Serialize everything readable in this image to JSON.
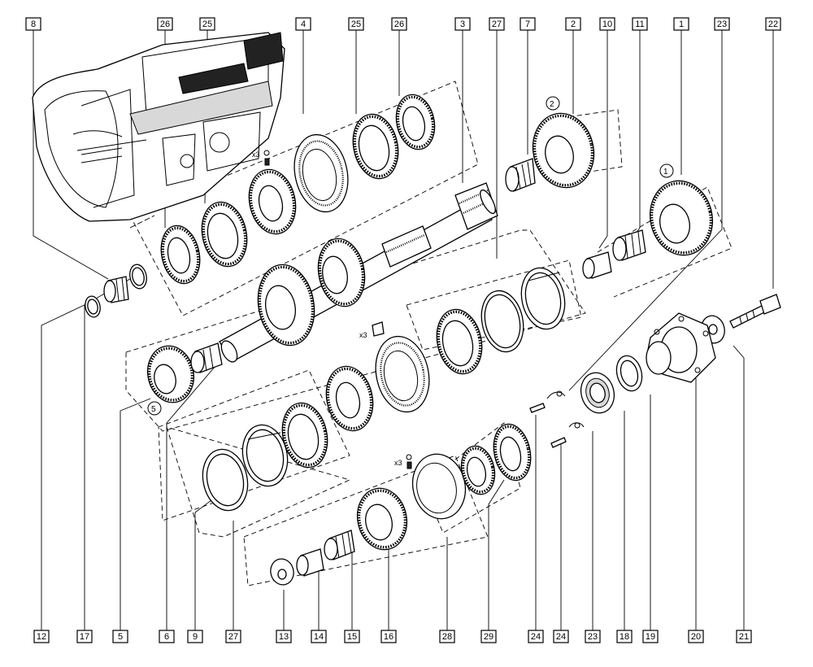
{
  "top_callouts": [
    "8",
    "26",
    "25",
    "4",
    "25",
    "26",
    "3",
    "27",
    "7",
    "2",
    "10",
    "11",
    "1",
    "23",
    "22"
  ],
  "bottom_callouts": [
    "12",
    "17",
    "5",
    "6",
    "9",
    "27",
    "13",
    "14",
    "15",
    "16",
    "28",
    "29",
    "24",
    "24",
    "23",
    "18",
    "19",
    "20",
    "21"
  ],
  "circled_labels": [
    "1",
    "2",
    "5"
  ],
  "quantity_marks": [
    "x3",
    "x3",
    "x3"
  ]
}
